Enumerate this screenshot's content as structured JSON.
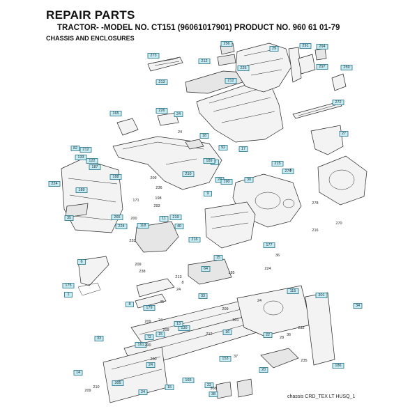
{
  "header": {
    "title": "REPAIR PARTS",
    "subtitle": "TRACTOR- -MODEL NO. CT151 (96061017901) PRODUCT NO. 960 61 01-79",
    "section": "CHASSIS AND ENCLOSURES"
  },
  "footer": {
    "file_label": "chassis CRD_TEX LT HUSQ_1"
  },
  "callouts": [
    "273",
    "256",
    "29",
    "291",
    "294",
    "212",
    "225",
    "297",
    "259",
    "213",
    "212",
    "272",
    "165",
    "226",
    "24",
    "18",
    "92",
    "17",
    "27",
    "215",
    "274",
    "2",
    "24",
    "82",
    "212",
    "133",
    "122",
    "187",
    "188",
    "189",
    "190",
    "30",
    "210",
    "9",
    "224",
    "189",
    "224",
    "265",
    "219",
    "40",
    "11",
    "118",
    "35",
    "216",
    "177",
    "15",
    "64",
    "33",
    "6",
    "115",
    "175",
    "1",
    "179",
    "8",
    "130",
    "16",
    "13",
    "22",
    "33",
    "72",
    "15",
    "161",
    "153",
    "24",
    "165",
    "15",
    "24",
    "22",
    "20",
    "301",
    "34",
    "186",
    "38",
    "305",
    "14"
  ],
  "labels": [
    "24",
    "209",
    "236",
    "198",
    "293",
    "5",
    "278",
    "270",
    "171",
    "200",
    "216",
    "233",
    "209",
    "238",
    "8",
    "24",
    "301",
    "212",
    "209",
    "24",
    "200",
    "200",
    "209",
    "213",
    "209",
    "45",
    "185",
    "36",
    "28",
    "37",
    "232",
    "235",
    "308",
    "209",
    "210",
    "24",
    "224",
    "36"
  ]
}
